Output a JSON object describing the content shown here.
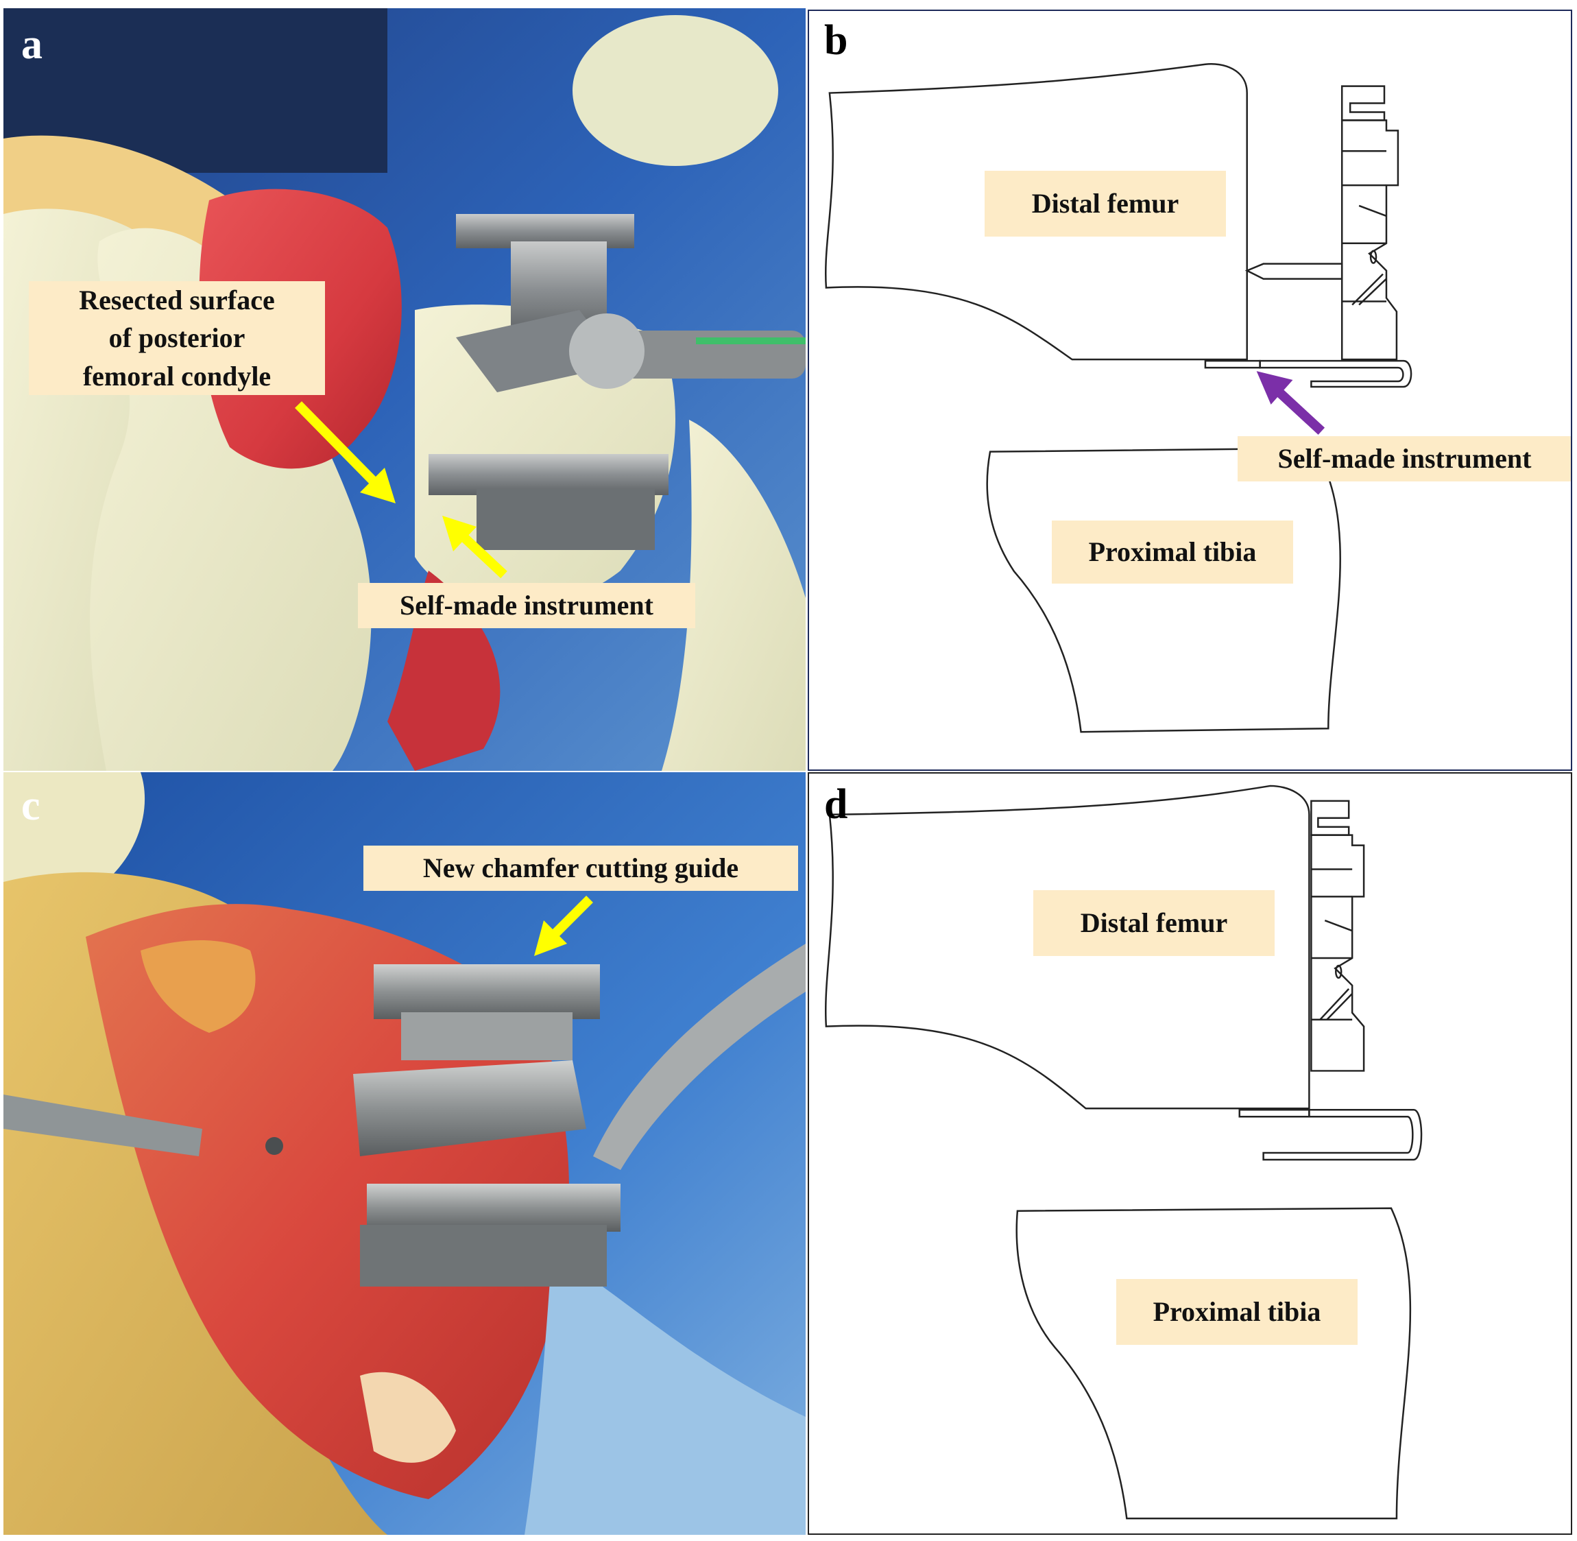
{
  "panels": {
    "a": {
      "letter": "a",
      "labels": {
        "resected_line1": "Resected surface",
        "resected_line2": "of posterior",
        "resected_line3": "femoral condyle",
        "instrument": "Self-made instrument"
      },
      "arrow_color": "#ffff00"
    },
    "b": {
      "letter": "b",
      "labels": {
        "femur": "Distal femur",
        "instrument": "Self-made instrument",
        "tibia": "Proximal tibia"
      },
      "arrow_color": "#7b2fa8"
    },
    "c": {
      "letter": "c",
      "labels": {
        "guide": "New chamfer cutting guide"
      },
      "arrow_color": "#ffff00"
    },
    "d": {
      "letter": "d",
      "labels": {
        "femur": "Distal femur",
        "tibia": "Proximal tibia"
      }
    }
  },
  "colors": {
    "label_bg": "#fdebc7",
    "panel_b_border": "#1d2a5a"
  }
}
